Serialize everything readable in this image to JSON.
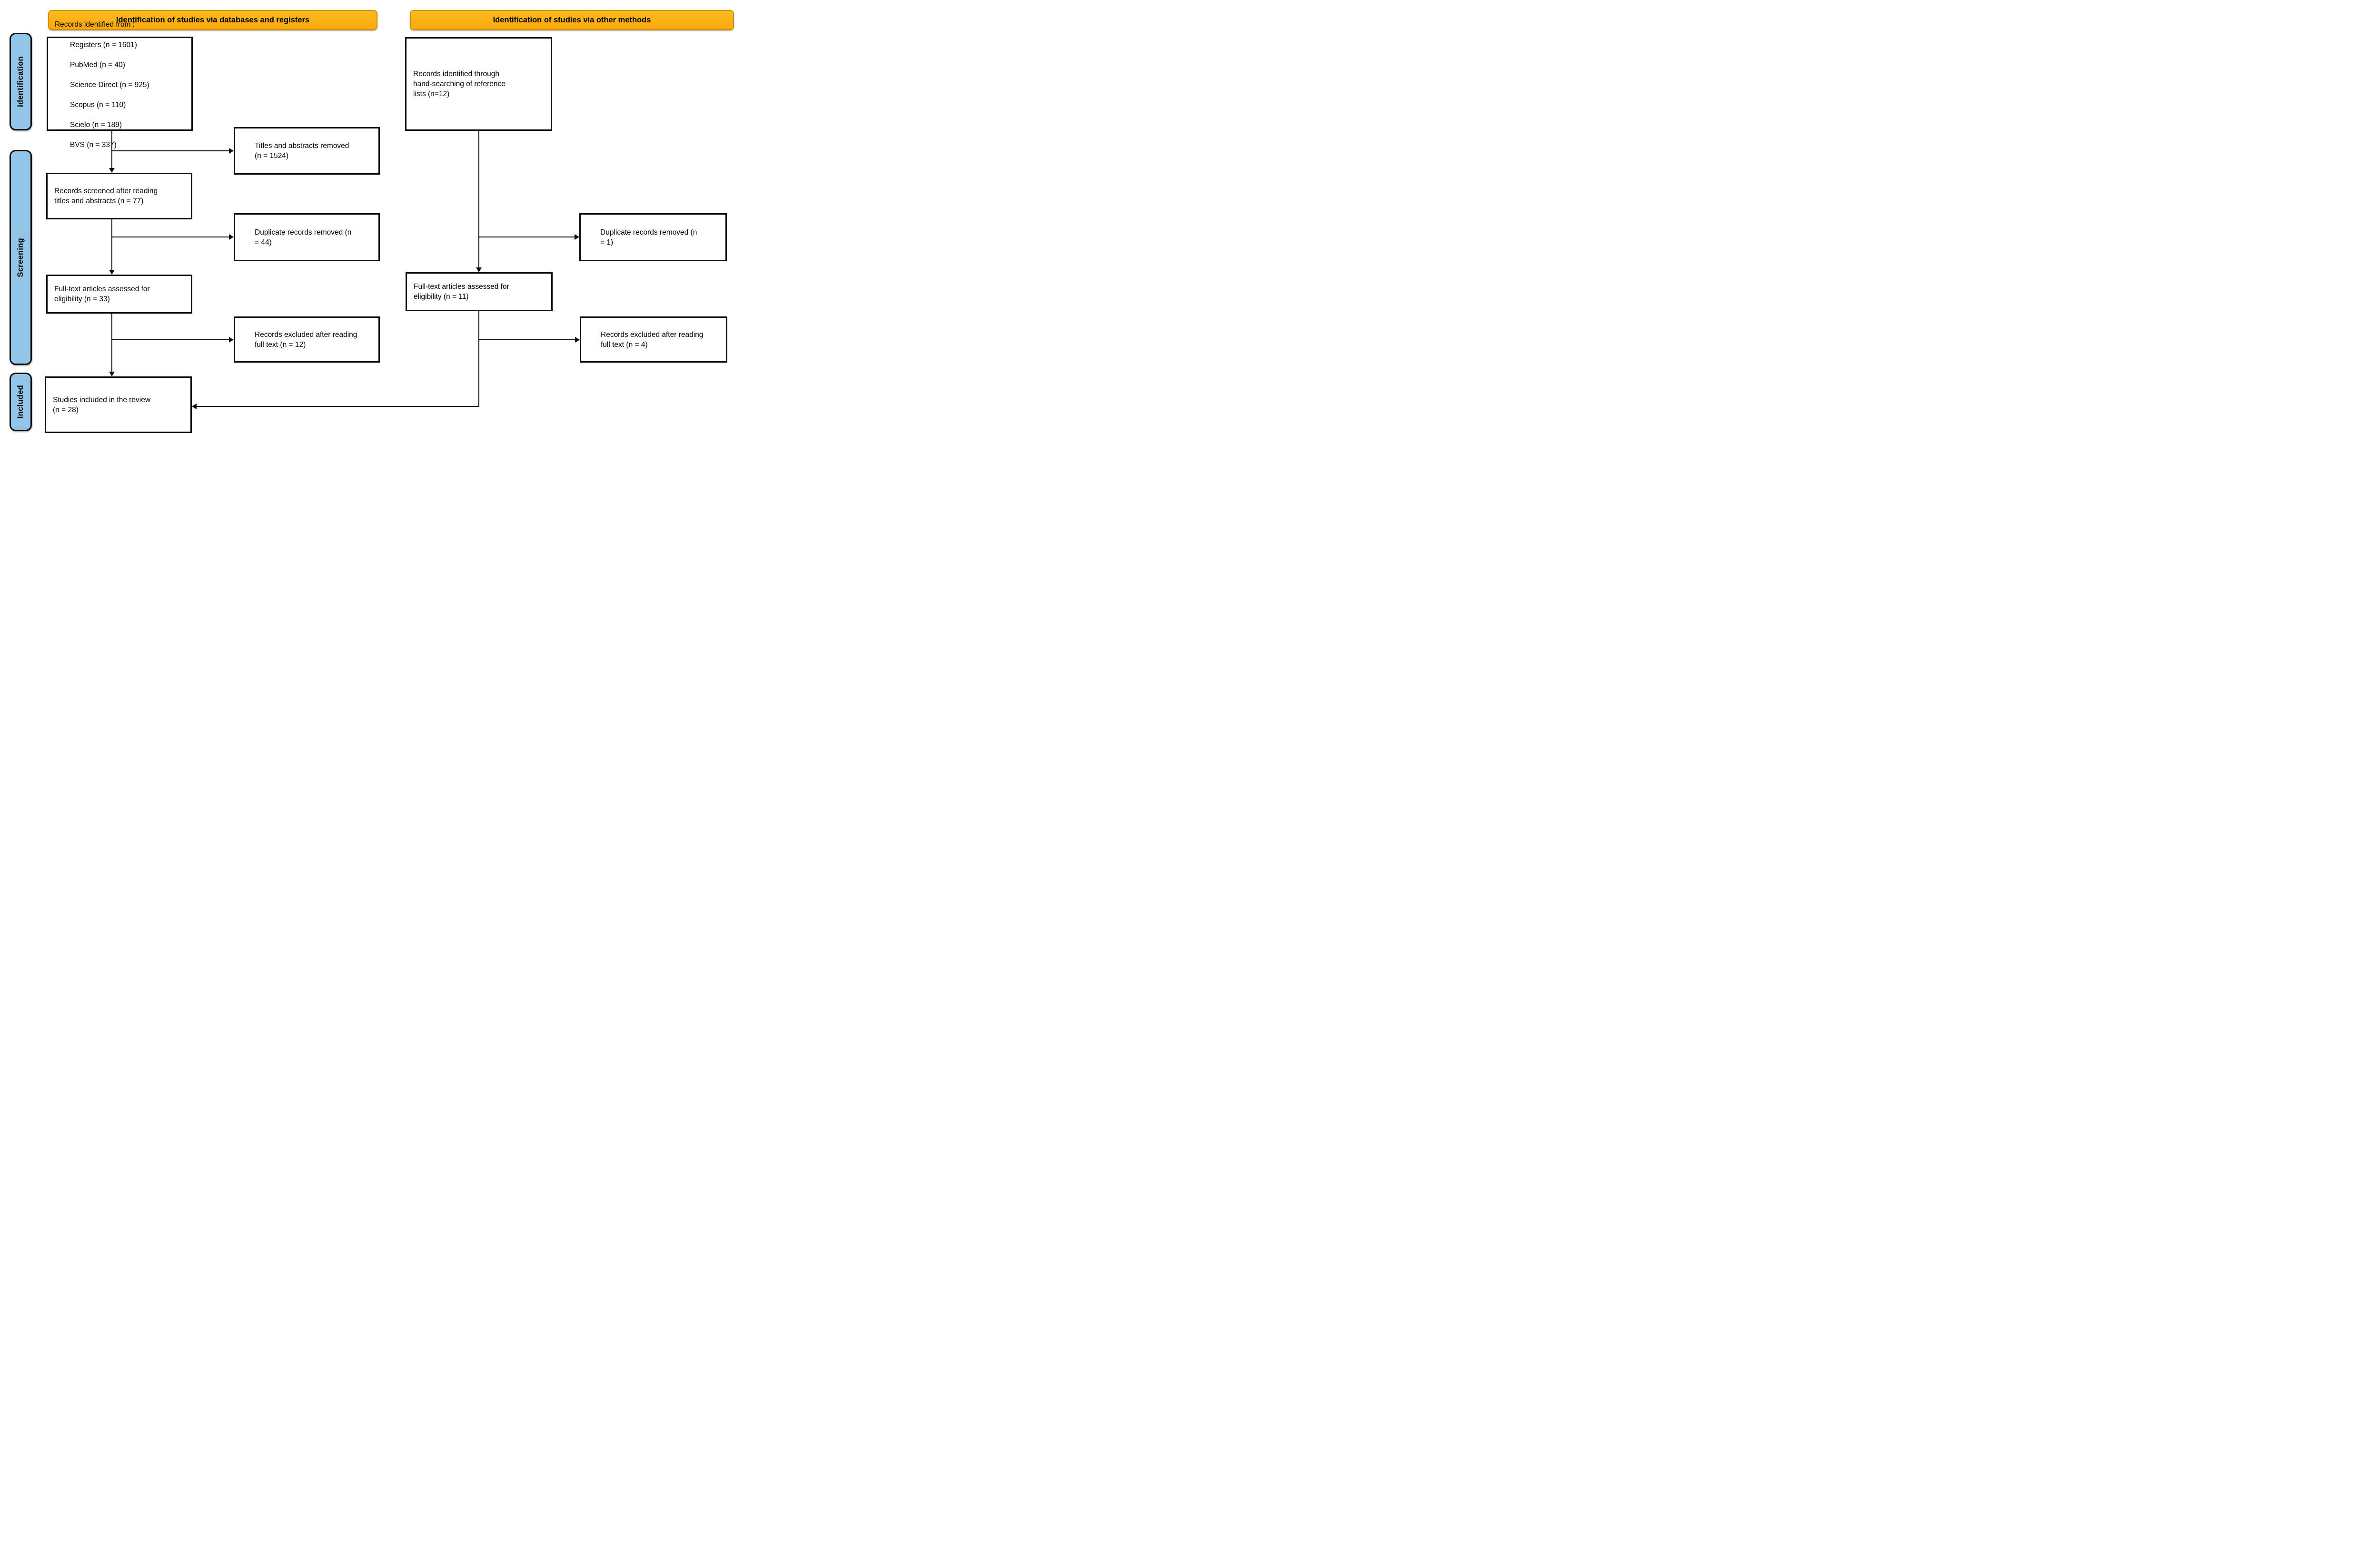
{
  "banners": {
    "databases_registers": "Identification of studies via databases and registers",
    "other_methods": "Identification of studies via other methods"
  },
  "stages": {
    "identification": "Identification",
    "screening": "Screening",
    "included": "Included"
  },
  "boxes": {
    "records_identified": {
      "title": "Records identified from",
      "sup": "*",
      "colon": ":",
      "sources": [
        "Registers (n = 1601)",
        "PubMed (n = 40)",
        "Science Direct (n = 925)",
        "Scopus (n = 110)",
        "Scielo (n = 189)",
        "BVS (n = 337)"
      ]
    },
    "titles_abstracts_removed": "Titles and abstracts removed\n(n = 1524)",
    "records_screened": "Records screened after reading\ntitles and abstracts (n = 77)",
    "duplicates_removed_databases": "Duplicate records removed (n\n= 44)",
    "fulltext_assessed_databases": "Full-text articles assessed for\neligibility (n = 33)",
    "records_excluded_databases": "Records excluded after reading\nfull text (n = 12)",
    "studies_included": "Studies included in the review\n(n = 28)",
    "records_hand_searching": "Records identified through\nhand-searching of reference\nlists (n=12)",
    "duplicates_removed_other": "Duplicate records removed (n\n= 1)",
    "fulltext_assessed_other": "Full-text articles assessed for\neligibility (n = 11)",
    "records_excluded_other": "Records excluded after reading\nfull text (n = 4)"
  },
  "colors": {
    "banner_fill": "#FBB117",
    "stage_fill": "#92C5E8",
    "box_border": "#0C0C0C",
    "line_color": "#0C0C0C"
  }
}
